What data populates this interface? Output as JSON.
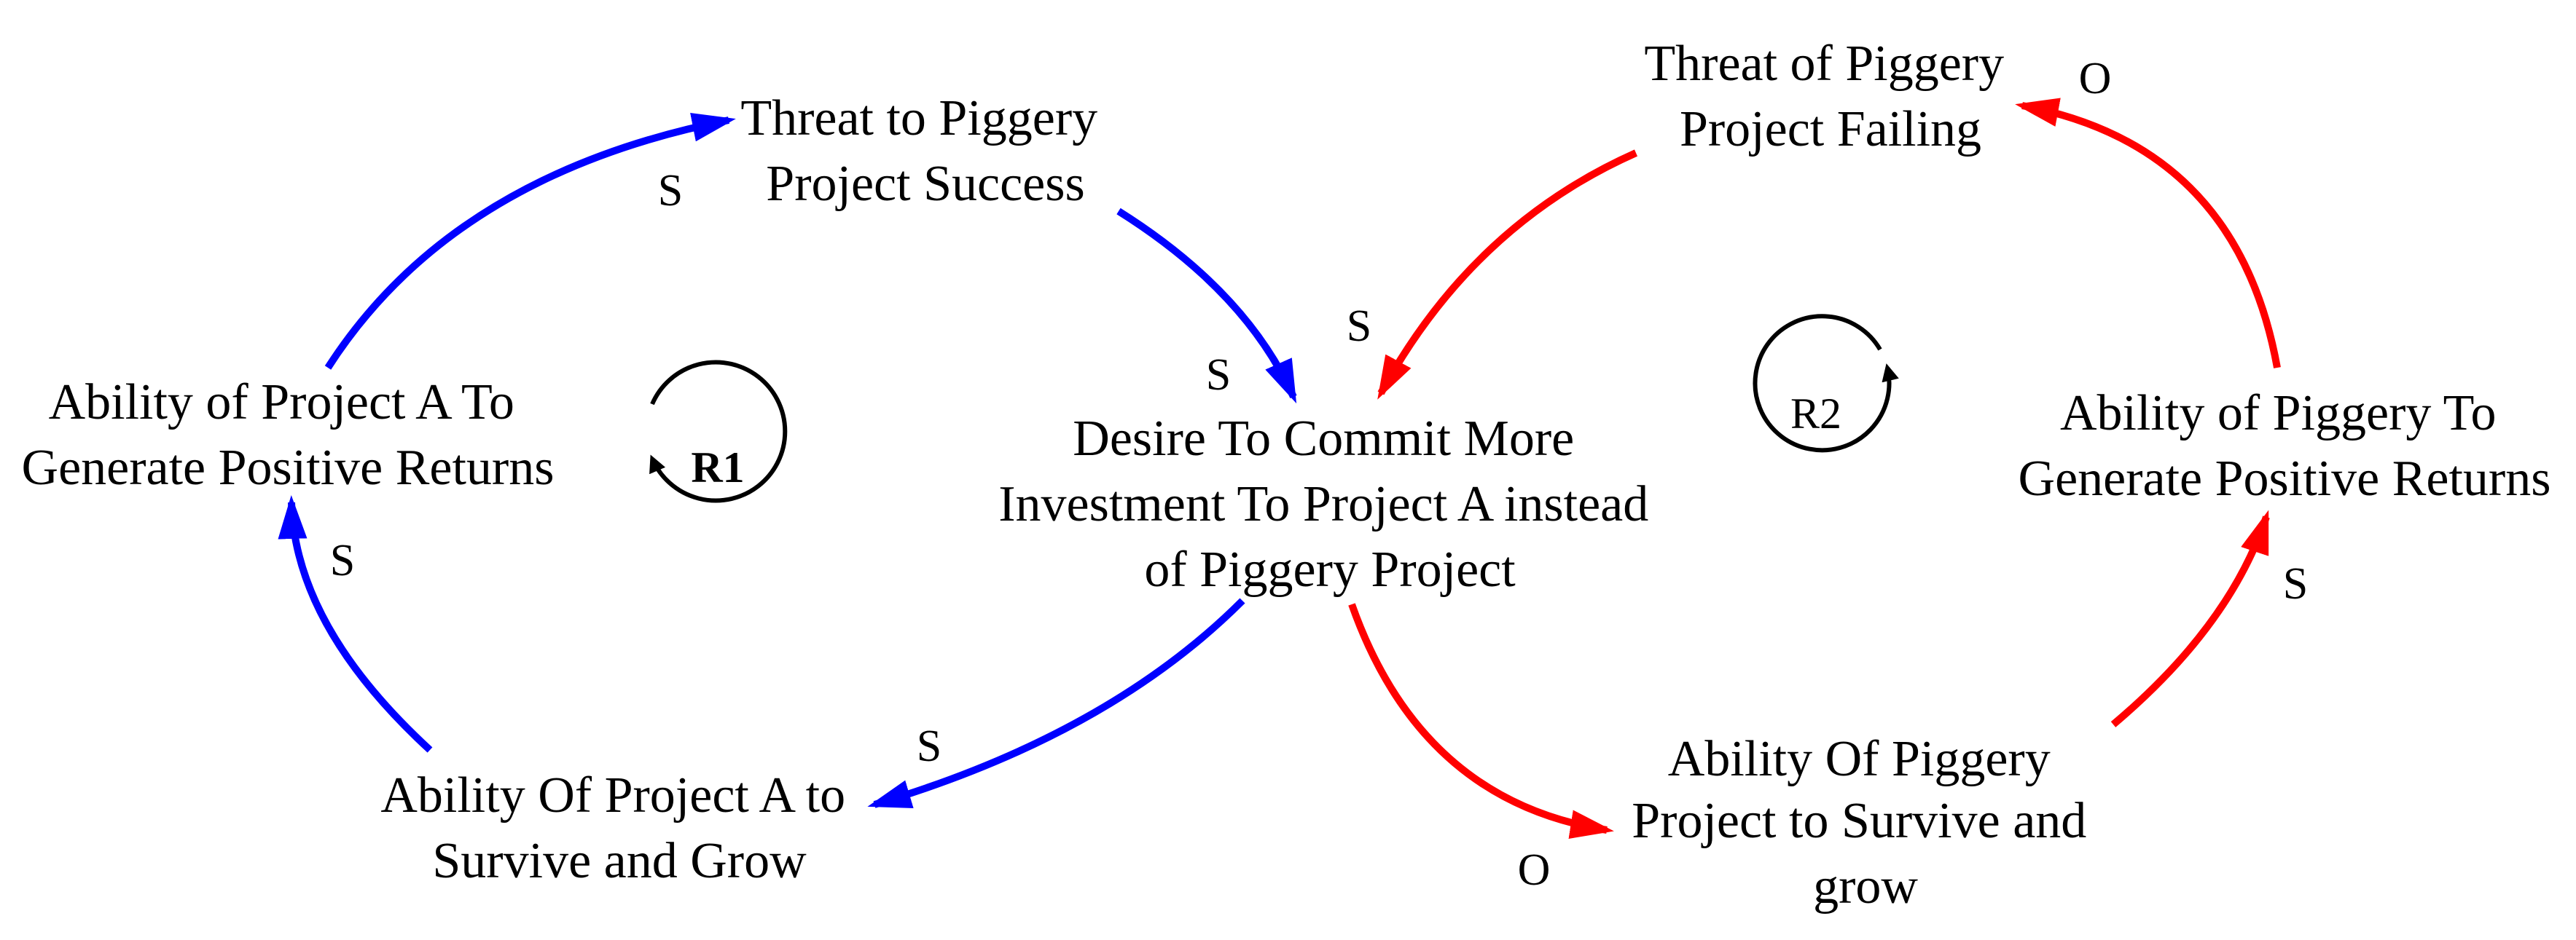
{
  "colors": {
    "r1": "#0000ff",
    "r2": "#ff0000",
    "text": "#000000",
    "loop": "#000000"
  },
  "nodes": {
    "threat_success": [
      "Threat to Piggery",
      "Project Success"
    ],
    "threat_failing": [
      "Threat of Piggery",
      "Project Failing"
    ],
    "ability_a_returns": [
      "Ability of Project A To",
      "Generate Positive Returns"
    ],
    "desire": [
      "Desire To Commit More",
      "Investment To Project A instead",
      "of Piggery Project"
    ],
    "ability_piggery_returns": [
      "Ability of Piggery To",
      "Generate Positive Returns"
    ],
    "ability_a_survive": [
      "Ability Of Project A to",
      "Survive and Grow"
    ],
    "ability_piggery_survive": [
      "Ability Of Piggery",
      "Project to Survive and",
      "grow"
    ]
  },
  "polarities": {
    "a_returns_to_threat": "S",
    "threat_to_desire": "S",
    "failing_to_desire": "S",
    "desire_to_a_survive": "S",
    "a_survive_to_a_returns": "S",
    "desire_to_piggery_survive": "O",
    "piggery_survive_to_returns": "S",
    "piggery_returns_to_failing": "O"
  },
  "loops": {
    "r1": "R1",
    "r2": "R2"
  }
}
